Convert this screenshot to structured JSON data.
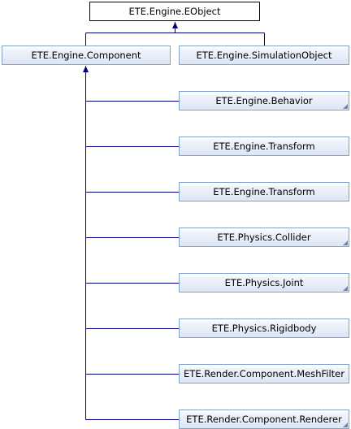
{
  "diagram": {
    "root": {
      "label": "ETE.Engine.EObject"
    },
    "level1": [
      {
        "id": "component",
        "label": "ETE.Engine.Component"
      },
      {
        "id": "simulation-object",
        "label": "ETE.Engine.SimulationObject"
      }
    ],
    "component_children": [
      {
        "id": "behavior",
        "label": "ETE.Engine.Behavior",
        "has_more": true
      },
      {
        "id": "transform-1",
        "label": "ETE.Engine.Transform",
        "has_more": false
      },
      {
        "id": "transform-2",
        "label": "ETE.Engine.Transform",
        "has_more": false
      },
      {
        "id": "collider",
        "label": "ETE.Physics.Collider",
        "has_more": true
      },
      {
        "id": "joint",
        "label": "ETE.Physics.Joint",
        "has_more": true
      },
      {
        "id": "rigidbody",
        "label": "ETE.Physics.Rigidbody",
        "has_more": false
      },
      {
        "id": "mesh-filter",
        "label": "ETE.Render.Component.MeshFilter",
        "has_more": false
      },
      {
        "id": "renderer",
        "label": "ETE.Render.Component.Renderer",
        "has_more": true
      }
    ]
  },
  "colors": {
    "connector": "#00007c",
    "box_border": "#84a0d0",
    "root_border": "#000000"
  }
}
